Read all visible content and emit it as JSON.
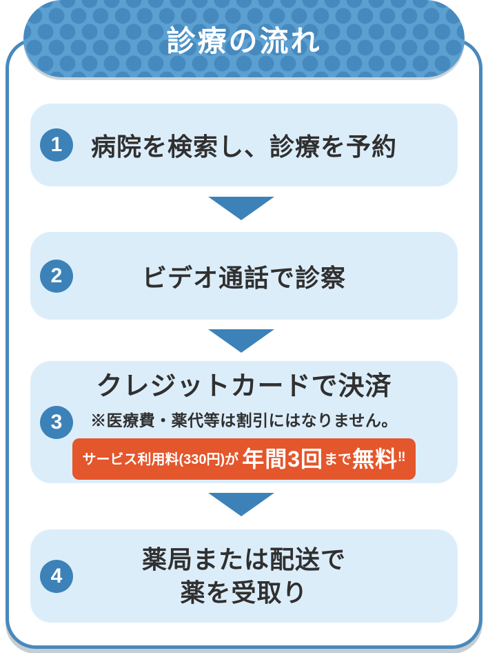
{
  "title": "診療の流れ",
  "steps": [
    {
      "number": "1",
      "title": "病院を検索し、診療を予約"
    },
    {
      "number": "2",
      "title": "ビデオ通話で診察"
    },
    {
      "number": "3",
      "title": "クレジットカードで決済",
      "note": "※医療費・薬代等は割引にはなりません。",
      "badge": {
        "prefix": "サービス利用料(330円)が",
        "highlight1": "年間3回",
        "connector": "まで",
        "highlight2": "無料",
        "emphasis": "‼"
      }
    },
    {
      "number": "4",
      "title_line1": "薬局または配送で",
      "title_line2": "薬を受取り"
    }
  ],
  "colors": {
    "header_dot_base": "#5C9FD1",
    "header_dot": "#4689BE",
    "card_border": "#4889BD",
    "step_box_bg": "#DCEDFA",
    "accent_blue": "#3C82B8",
    "badge_orange": "#E4562B",
    "text_dark": "#303030",
    "shadow_gray": "#C5CED2",
    "badge_text": "#FFFFFF",
    "title_text": "#FFFFFF"
  }
}
